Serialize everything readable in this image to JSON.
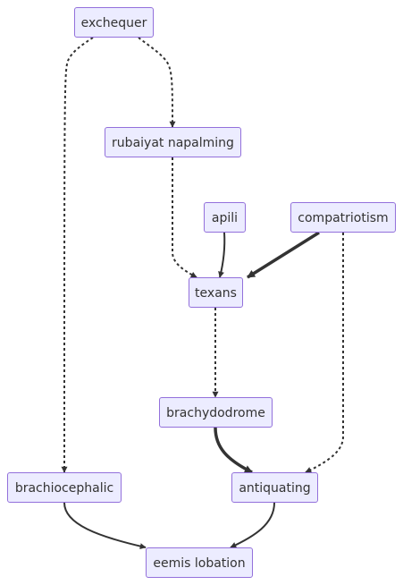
{
  "colors": {
    "node_fill": "#ECECFF",
    "node_border": "#9370DB",
    "edge": "#333333",
    "text": "#333333"
  },
  "nodes": {
    "exchequer": "exchequer",
    "rubaiyat_napalming": "rubaiyat napalming",
    "apili": "apili",
    "compatriotism": "compatriotism",
    "texans": "texans",
    "brachydodrome": "brachydodrome",
    "brachiocephalic": "brachiocephalic",
    "antiquating": "antiquating",
    "eemis_lobation": "eemis lobation"
  },
  "edges": [
    {
      "from": "exchequer",
      "to": "rubaiyat_napalming",
      "style": "dotted"
    },
    {
      "from": "exchequer",
      "to": "brachiocephalic",
      "style": "dotted"
    },
    {
      "from": "rubaiyat_napalming",
      "to": "texans",
      "style": "dotted"
    },
    {
      "from": "apili",
      "to": "texans",
      "style": "normal"
    },
    {
      "from": "compatriotism",
      "to": "texans",
      "style": "thick"
    },
    {
      "from": "compatriotism",
      "to": "antiquating",
      "style": "dotted"
    },
    {
      "from": "texans",
      "to": "brachydodrome",
      "style": "dotted"
    },
    {
      "from": "brachydodrome",
      "to": "antiquating",
      "style": "thick"
    },
    {
      "from": "brachiocephalic",
      "to": "eemis_lobation",
      "style": "normal"
    },
    {
      "from": "antiquating",
      "to": "eemis_lobation",
      "style": "normal"
    }
  ]
}
